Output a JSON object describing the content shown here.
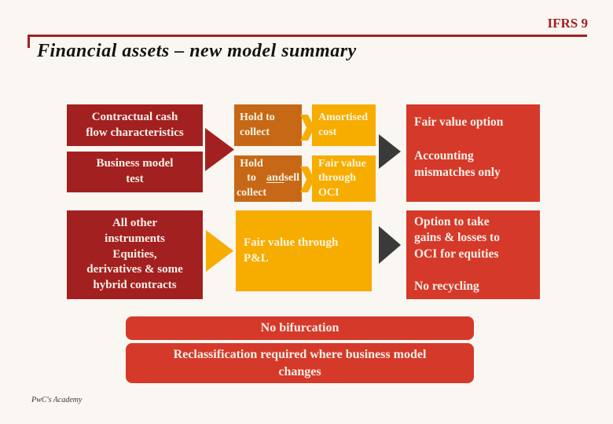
{
  "slide": {
    "badge": "IFRS 9",
    "title": "Financial assets – new model summary",
    "footer": "PwC's Academy"
  },
  "matrix": {
    "criteria": [
      {
        "label": "Contractual cash\nflow characteristics"
      },
      {
        "label": "Business model\ntest"
      },
      {
        "label": "All other\ninstruments\nEquities,\nderivatives & some\nhybrid contracts"
      }
    ],
    "models": {
      "row1": {
        "business_model": "Hold to\ncollect",
        "measurement": "Amortised\ncost"
      },
      "row2": {
        "business_model_pre": "Hold to collect",
        "business_model_and": "and",
        "business_model_post": "sell",
        "measurement": "Fair value\nthrough\nOCI"
      },
      "row3": {
        "measurement": "Fair value through\nP&L"
      }
    },
    "outcomes": {
      "fair_value_option": {
        "line1": "Fair value option",
        "line2": "Accounting\nmismatches only"
      },
      "oci_option": {
        "line1": "Option to take\ngains & losses to\nOCI for equities",
        "line2": "No recycling"
      }
    }
  },
  "notes": [
    {
      "label": "No bifurcation"
    },
    {
      "label": "Reclassification required where business model\nchanges"
    }
  ],
  "colors": {
    "dark_red": "#A32020",
    "bright_red": "#D5392A",
    "dark_orange": "#C66816",
    "gold": "#F7AC00",
    "arrow_dark": "#3A3A3A",
    "background": "#FAF6F1"
  }
}
